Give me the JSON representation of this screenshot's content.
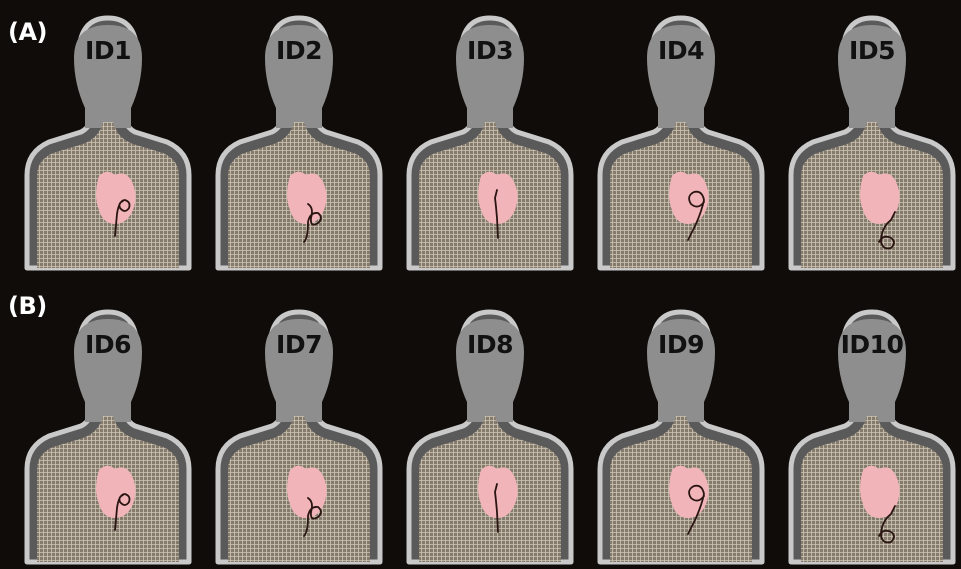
{
  "panels": [
    {
      "label": "(A)",
      "phantoms": [
        {
          "id": "ID1",
          "lead": "loop-small"
        },
        {
          "id": "ID2",
          "lead": "loop-s"
        },
        {
          "id": "ID3",
          "lead": "straight"
        },
        {
          "id": "ID4",
          "lead": "loop-large"
        },
        {
          "id": "ID5",
          "lead": "loop-low"
        }
      ]
    },
    {
      "label": "(B)",
      "phantoms": [
        {
          "id": "ID6",
          "lead": "loop-small"
        },
        {
          "id": "ID7",
          "lead": "loop-s"
        },
        {
          "id": "ID8",
          "lead": "straight"
        },
        {
          "id": "ID9",
          "lead": "loop-large"
        },
        {
          "id": "ID10",
          "lead": "loop-low"
        }
      ]
    }
  ],
  "colors": {
    "background": "#100c0a",
    "frame": "#c9c9c9",
    "head_fill": "#8e8e8e",
    "grid_fill": "#857b6c",
    "grid_line": "#cfc6b6",
    "heart": "#f1b5b9",
    "lead": "#2a1512"
  }
}
